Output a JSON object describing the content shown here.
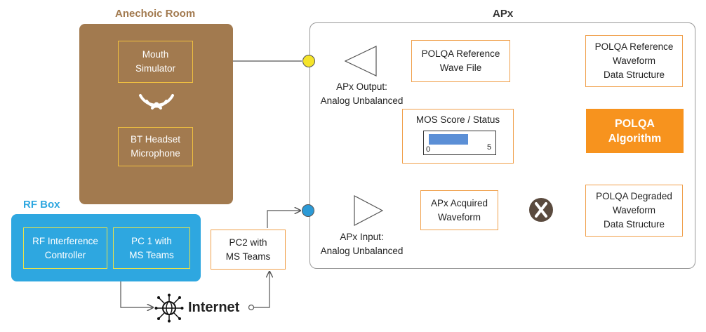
{
  "anechoic_room": {
    "title": "Anechoic Room",
    "mouth_simulator": "Mouth\nSimulator",
    "bt_headset": "BT Headset\nMicrophone"
  },
  "rf_box": {
    "title": "RF Box",
    "rf_controller": "RF Interference\nController",
    "pc1": "PC 1 with\nMS Teams"
  },
  "pc2": "PC2 with\nMS Teams",
  "internet": "Internet",
  "apx": {
    "title": "APx",
    "output_label": "APx Output:\nAnalog Unbalanced",
    "input_label": "APx Input:\nAnalog Unbalanced",
    "ref_wave_file": "POLQA Reference\nWave File",
    "ref_waveform_struct": "POLQA Reference\nWaveform\nData Structure",
    "polqa_algorithm": "POLQA\nAlgorithm",
    "mos": {
      "title": "MOS Score / Status",
      "min": "0",
      "max": "5"
    },
    "acquired_waveform": "APx Acquired\nWaveform",
    "degraded_struct": "POLQA Degraded\nWaveform\nData Structure"
  },
  "colors": {
    "room": "#a27a4f",
    "rf_box": "#2ea7e0",
    "polqa": "#f7931e",
    "box_border": "#f0a04b",
    "output_node": "#f5e42a",
    "input_node": "#2c9ad6"
  }
}
